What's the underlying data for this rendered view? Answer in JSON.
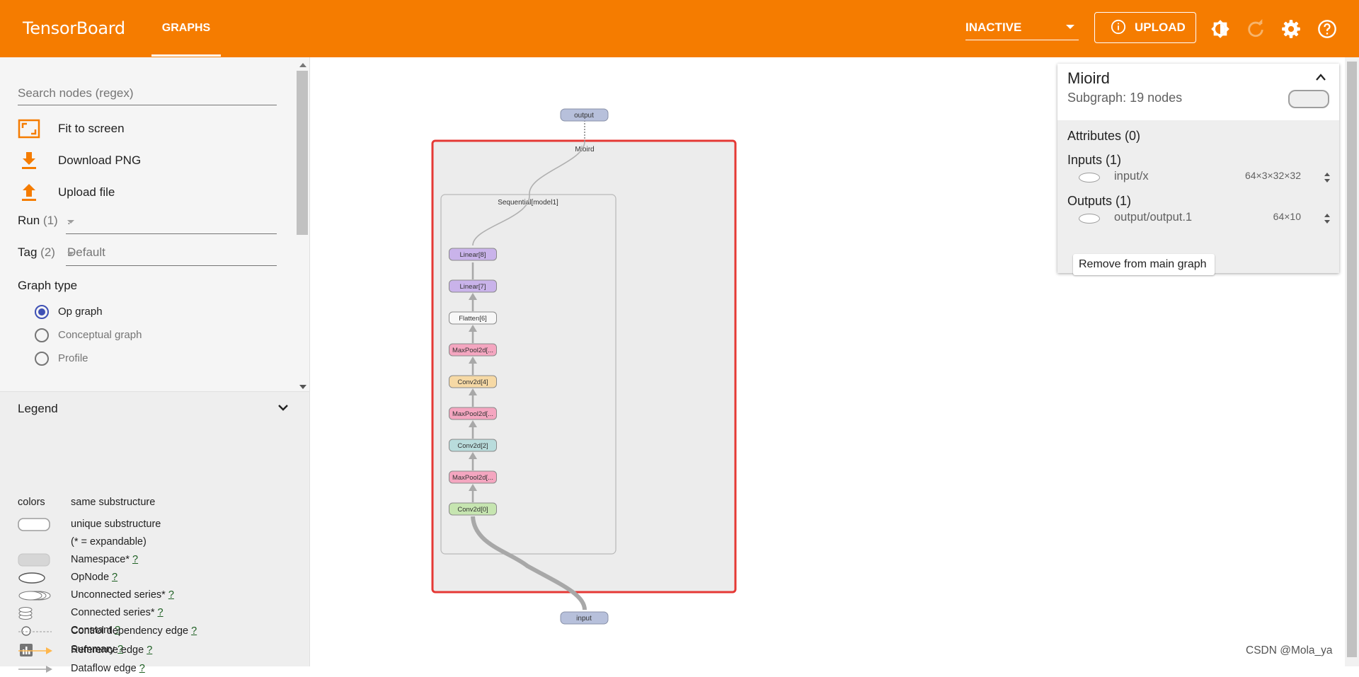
{
  "header": {
    "app_title": "TensorBoard",
    "tabs": [
      {
        "label": "GRAPHS"
      }
    ],
    "run_status": "INACTIVE",
    "upload_label": "UPLOAD",
    "icons": [
      "theme-toggle-icon",
      "refresh-icon",
      "settings-icon",
      "help-icon"
    ],
    "accent_color": "#f57c00"
  },
  "sidebar": {
    "search_placeholder": "Search nodes (regex)",
    "actions": [
      {
        "label": "Fit to screen",
        "icon": "fit-to-screen-icon"
      },
      {
        "label": "Download PNG",
        "icon": "download-icon"
      },
      {
        "label": "Upload file",
        "icon": "upload-file-icon"
      }
    ],
    "run": {
      "label": "Run",
      "count": "(1)",
      "value": "."
    },
    "tag": {
      "label": "Tag",
      "count": "(2)",
      "value": "Default"
    },
    "graph_type": {
      "title": "Graph type",
      "options": [
        {
          "label": "Op graph",
          "selected": true
        },
        {
          "label": "Conceptual graph",
          "selected": false
        },
        {
          "label": "Profile",
          "selected": false
        }
      ]
    }
  },
  "legend": {
    "title": "Legend",
    "colors_key": "colors",
    "same_substructure": "same substructure",
    "unique_substructure": "unique substructure",
    "expandable_note": "(* = expandable)",
    "help_mark": "?",
    "items": [
      {
        "label": "Namespace*",
        "icon": "namespace-icon"
      },
      {
        "label": "OpNode",
        "icon": "opnode-icon"
      },
      {
        "label": "Unconnected series*",
        "icon": "unconnected-series-icon"
      },
      {
        "label": "Connected series*",
        "icon": "connected-series-icon"
      },
      {
        "label": "Constant",
        "icon": "constant-icon"
      },
      {
        "label": "Summary",
        "icon": "summary-icon"
      },
      {
        "label": "Dataflow edge",
        "icon": "dataflow-edge-icon"
      },
      {
        "label": "Control dependency edge",
        "icon": "control-edge-icon"
      },
      {
        "label": "Reference edge",
        "icon": "reference-edge-icon"
      }
    ]
  },
  "graph": {
    "output_node": "output",
    "input_node": "input",
    "outer_namespace": "Mioird",
    "inner_namespace": "Sequential[model1]",
    "selection_color": "#e53935",
    "nodes": [
      {
        "label": "Linear[8]",
        "color": "#c9b3ea"
      },
      {
        "label": "Linear[7]",
        "color": "#c9b3ea"
      },
      {
        "label": "Flatten[6]",
        "color": "#f7f7f7"
      },
      {
        "label": "MaxPool2d[...",
        "color": "#f4a6c0"
      },
      {
        "label": "Conv2d[4]",
        "color": "#f6d9a5"
      },
      {
        "label": "MaxPool2d[...",
        "color": "#f4a6c0"
      },
      {
        "label": "Conv2d[2]",
        "color": "#b9dcdc"
      },
      {
        "label": "MaxPool2d[...",
        "color": "#f4a6c0"
      },
      {
        "label": "Conv2d[0]",
        "color": "#c6e5b0"
      }
    ]
  },
  "info_card": {
    "title": "Mioird",
    "subtitle": "Subgraph: 19 nodes",
    "attributes": "Attributes (0)",
    "inputs_header": "Inputs (1)",
    "inputs": [
      {
        "name": "input/x",
        "shape": "64×3×32×32"
      }
    ],
    "outputs_header": "Outputs (1)",
    "outputs": [
      {
        "name": "output/output.1",
        "shape": "64×10"
      }
    ],
    "remove_button": "Remove from main graph"
  },
  "watermark": "CSDN @Mola_ya"
}
